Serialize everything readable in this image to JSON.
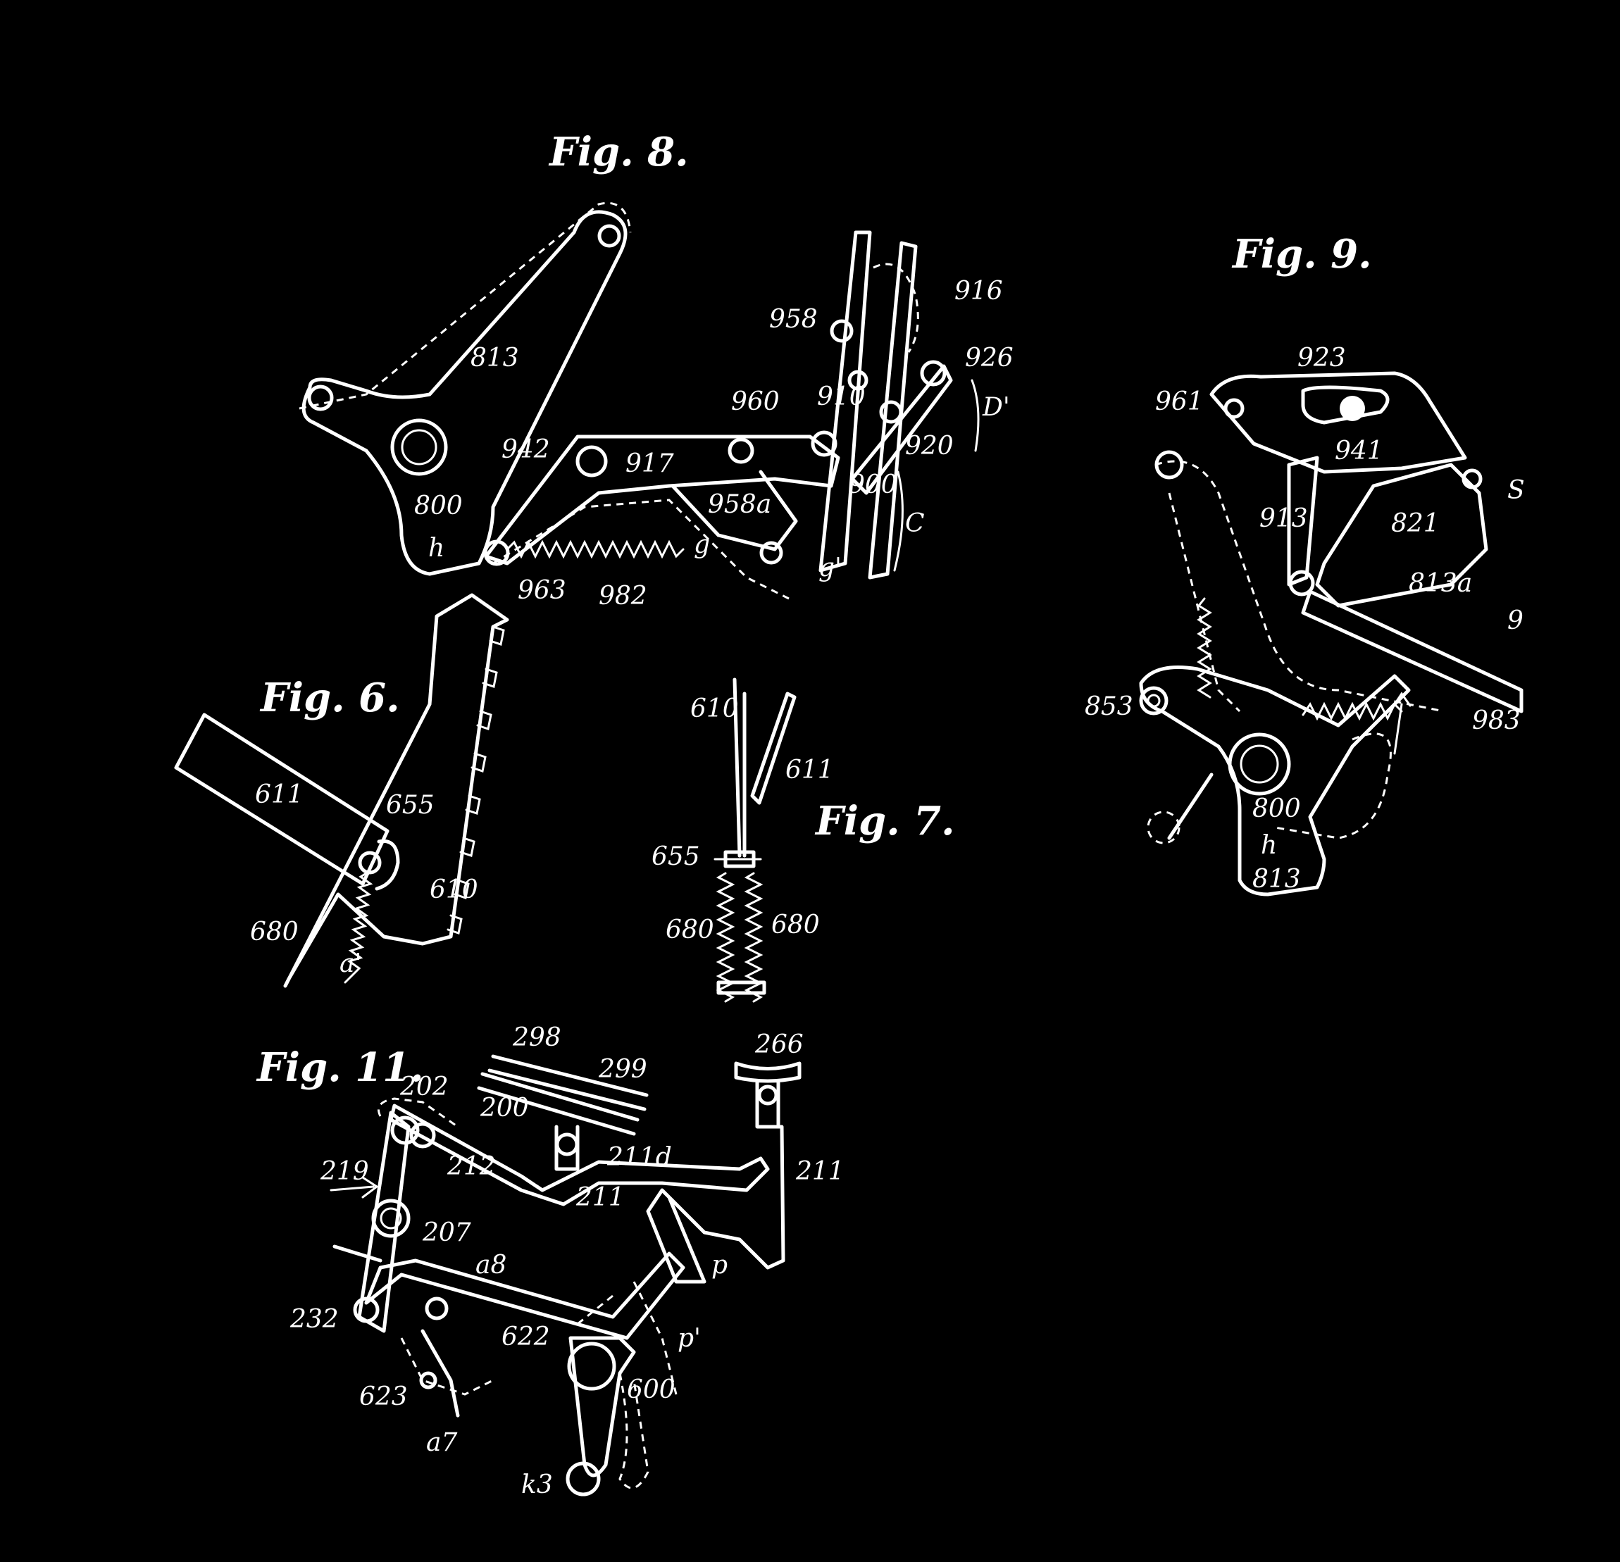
{
  "colors": {
    "background": "#000000",
    "ink": "#ffffff"
  },
  "figures": {
    "fig8": {
      "title": "Fig. 8.",
      "labels": {
        "l813": "813",
        "l800": "800",
        "lh": "h",
        "l942": "942",
        "l917": "917",
        "l960": "960",
        "l958": "958",
        "l910": "910",
        "l916": "916",
        "l926": "926",
        "lD": "D'",
        "l920": "920",
        "l900": "900",
        "lC": "C",
        "l958a": "958a",
        "lg": "g",
        "lg1": "g'",
        "l963": "963",
        "l982": "982"
      }
    },
    "fig9": {
      "title": "Fig. 9.",
      "labels": {
        "l923": "923",
        "l961": "961",
        "l941": "941",
        "l913": "913",
        "l821": "821",
        "l813a": "813a",
        "l853": "853",
        "l800": "800",
        "lh": "h",
        "l813": "813",
        "l983": "983",
        "lS": "S",
        "l9": "9"
      }
    },
    "fig6": {
      "title": "Fig. 6.",
      "labels": {
        "l611": "611",
        "l655": "655",
        "l610": "610",
        "l680": "680",
        "la": "a'"
      }
    },
    "fig7": {
      "title": "Fig. 7.",
      "labels": {
        "l610": "610",
        "l611": "611",
        "l655": "655",
        "l680a": "680",
        "l680b": "680"
      }
    },
    "fig11": {
      "title": "Fig. 11.",
      "labels": {
        "l298": "298",
        "l299": "299",
        "l266": "266",
        "l202": "202",
        "l200": "200",
        "l211d": "211d",
        "l211a": "211",
        "l211b": "211",
        "l219": "219",
        "l212": "212",
        "l207": "207",
        "la8": "a8",
        "lp": "p",
        "l232": "232",
        "l622": "622",
        "lp1": "p'",
        "l623": "623",
        "l600": "600",
        "la7": "a7",
        "lk3": "k3"
      }
    }
  }
}
